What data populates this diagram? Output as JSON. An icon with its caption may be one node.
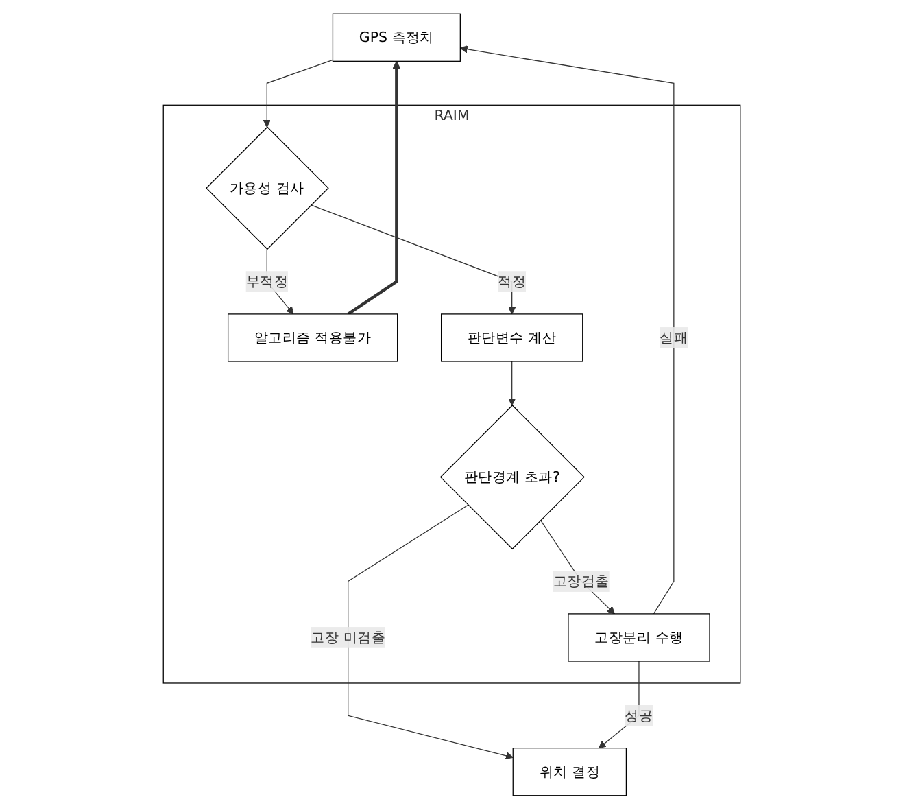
{
  "diagram": {
    "nodes": [
      {
        "text": [
          "GPS 측정치"
        ]
      },
      {
        "text": [
          "RAIM"
        ]
      },
      {
        "text": [
          "가용성 검사"
        ],
        "in": 1
      },
      {
        "text": [
          "알고리즘 적용불가"
        ],
        "in": 1
      },
      {
        "text": [
          "판단변수 계산"
        ],
        "in": 1
      },
      {
        "text": [
          "판단경계 초과?"
        ],
        "in": 1
      },
      {
        "text": [
          "고장분리 수행"
        ],
        "in": 1
      },
      {
        "text": [
          "위치 결정"
        ]
      }
    ],
    "edges": [
      {
        "from": 0,
        "to": 2,
        "arrow": "to"
      },
      {
        "from": 2,
        "to": 3,
        "arrow": "to",
        "label": "부적정"
      },
      {
        "from": 2,
        "to": 4,
        "arrow": "to",
        "label": "적정"
      },
      {
        "from": 4,
        "to": 5,
        "arrow": "to"
      },
      {
        "from": 5,
        "to": 6,
        "arrow": "to",
        "label": "고장검출"
      },
      {
        "from": 5,
        "to": 7,
        "arrow": "to",
        "label": "고장 미검출"
      },
      {
        "from": 6,
        "to": 7,
        "arrow": "to",
        "label": "성공"
      },
      {
        "from": 3,
        "to": 0,
        "arrow": "to",
        "style": "thick"
      },
      {
        "from": 6,
        "to": 0,
        "arrow": "to",
        "label": "실패"
      }
    ]
  }
}
